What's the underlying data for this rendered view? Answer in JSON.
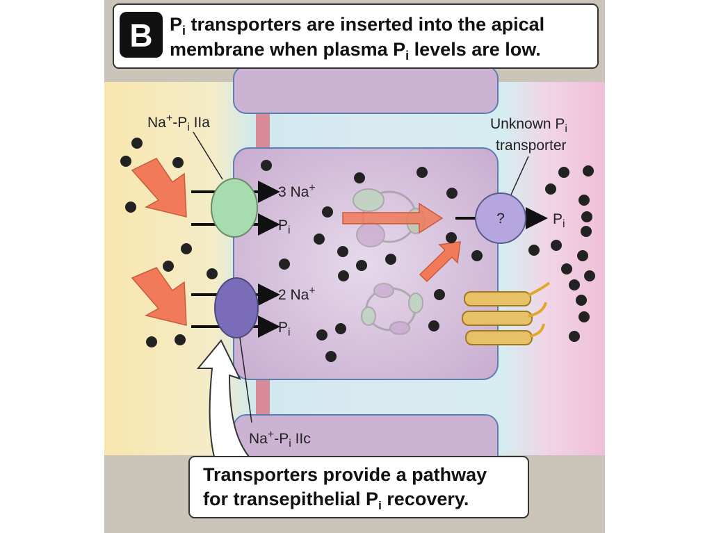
{
  "header": {
    "badge": "B",
    "line1": {
      "p": "P",
      "i": "i",
      "rest": " transporters are inserted into the apical"
    },
    "line2": {
      "pre": "membrane when plasma P",
      "i": "i",
      "rest": " levels are low."
    }
  },
  "labels": {
    "naPi2a": {
      "pre": "Na",
      "sup": "+",
      "mid": "-P",
      "i": "i",
      "post": " IIa"
    },
    "naPi2c": {
      "pre": "Na",
      "sup": "+",
      "mid": "-P",
      "i": "i",
      "post": " IIc"
    },
    "unknown1": {
      "pre": "Unknown P",
      "i": "i"
    },
    "unknown2": "transporter",
    "na3": {
      "pre": "3 Na",
      "sup": "+"
    },
    "na2": {
      "pre": "2 Na",
      "sup": "+"
    },
    "pi": {
      "p": "P",
      "i": "i"
    },
    "question": "?"
  },
  "footer": {
    "line1": "Transporters provide a pathway",
    "line2": {
      "pre": "for transepithelial P",
      "i": "i",
      "rest": " recovery."
    }
  },
  "colors": {
    "lumen": "#f7e9b8",
    "blood": "#f2c9dc",
    "cell": "#d9c4dc",
    "arrow": "#f07a5a",
    "naPi2a": "#a7dcae",
    "naPi2c": "#7a6cb8",
    "unknown": "#b6a6e0"
  }
}
